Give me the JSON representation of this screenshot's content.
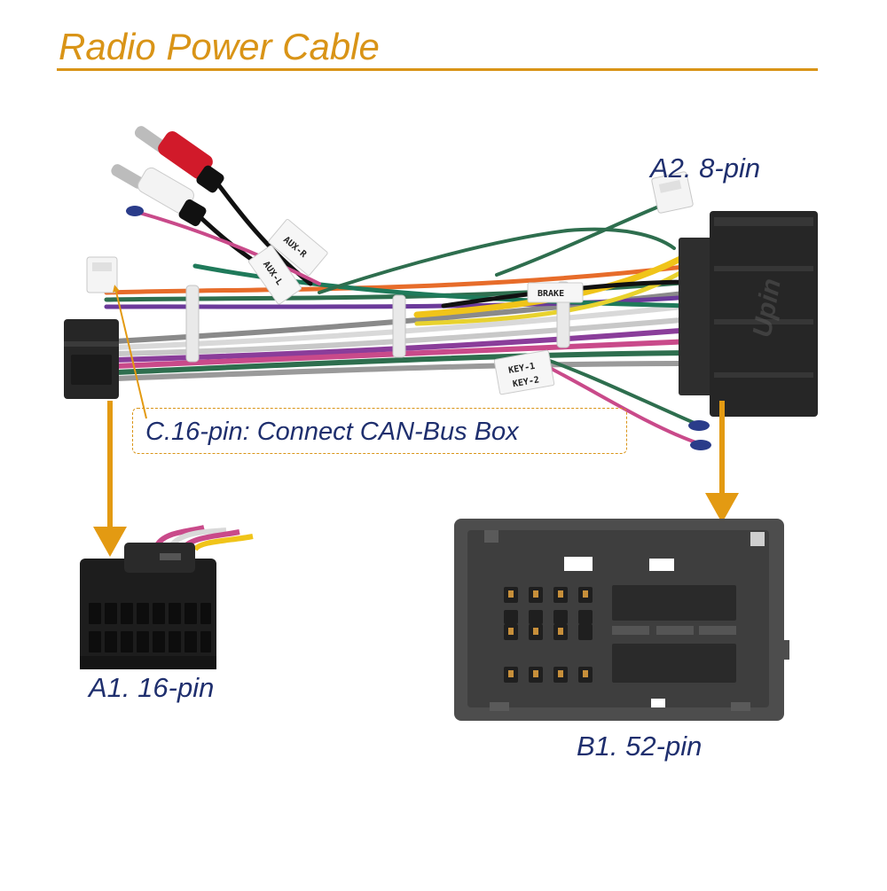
{
  "title": "Radio Power Cable",
  "labels": {
    "a2": "A2. 8-pin",
    "callout_c": "C.16-pin: Connect CAN-Bus Box",
    "a1": "A1. 16-pin",
    "b1": "B1. 52-pin"
  },
  "wire_tags": {
    "aux_r": "AUX-R",
    "aux_l": "AUX-L",
    "brake": "BRAKE",
    "key_1": "KEY-1",
    "key_2": "KEY-2"
  },
  "watermark": "Upin",
  "colors": {
    "title_accent": "#d99417",
    "label_text": "#1f2f6e",
    "connector_black": "#262626",
    "connector_grey": "#4d4d4d"
  }
}
